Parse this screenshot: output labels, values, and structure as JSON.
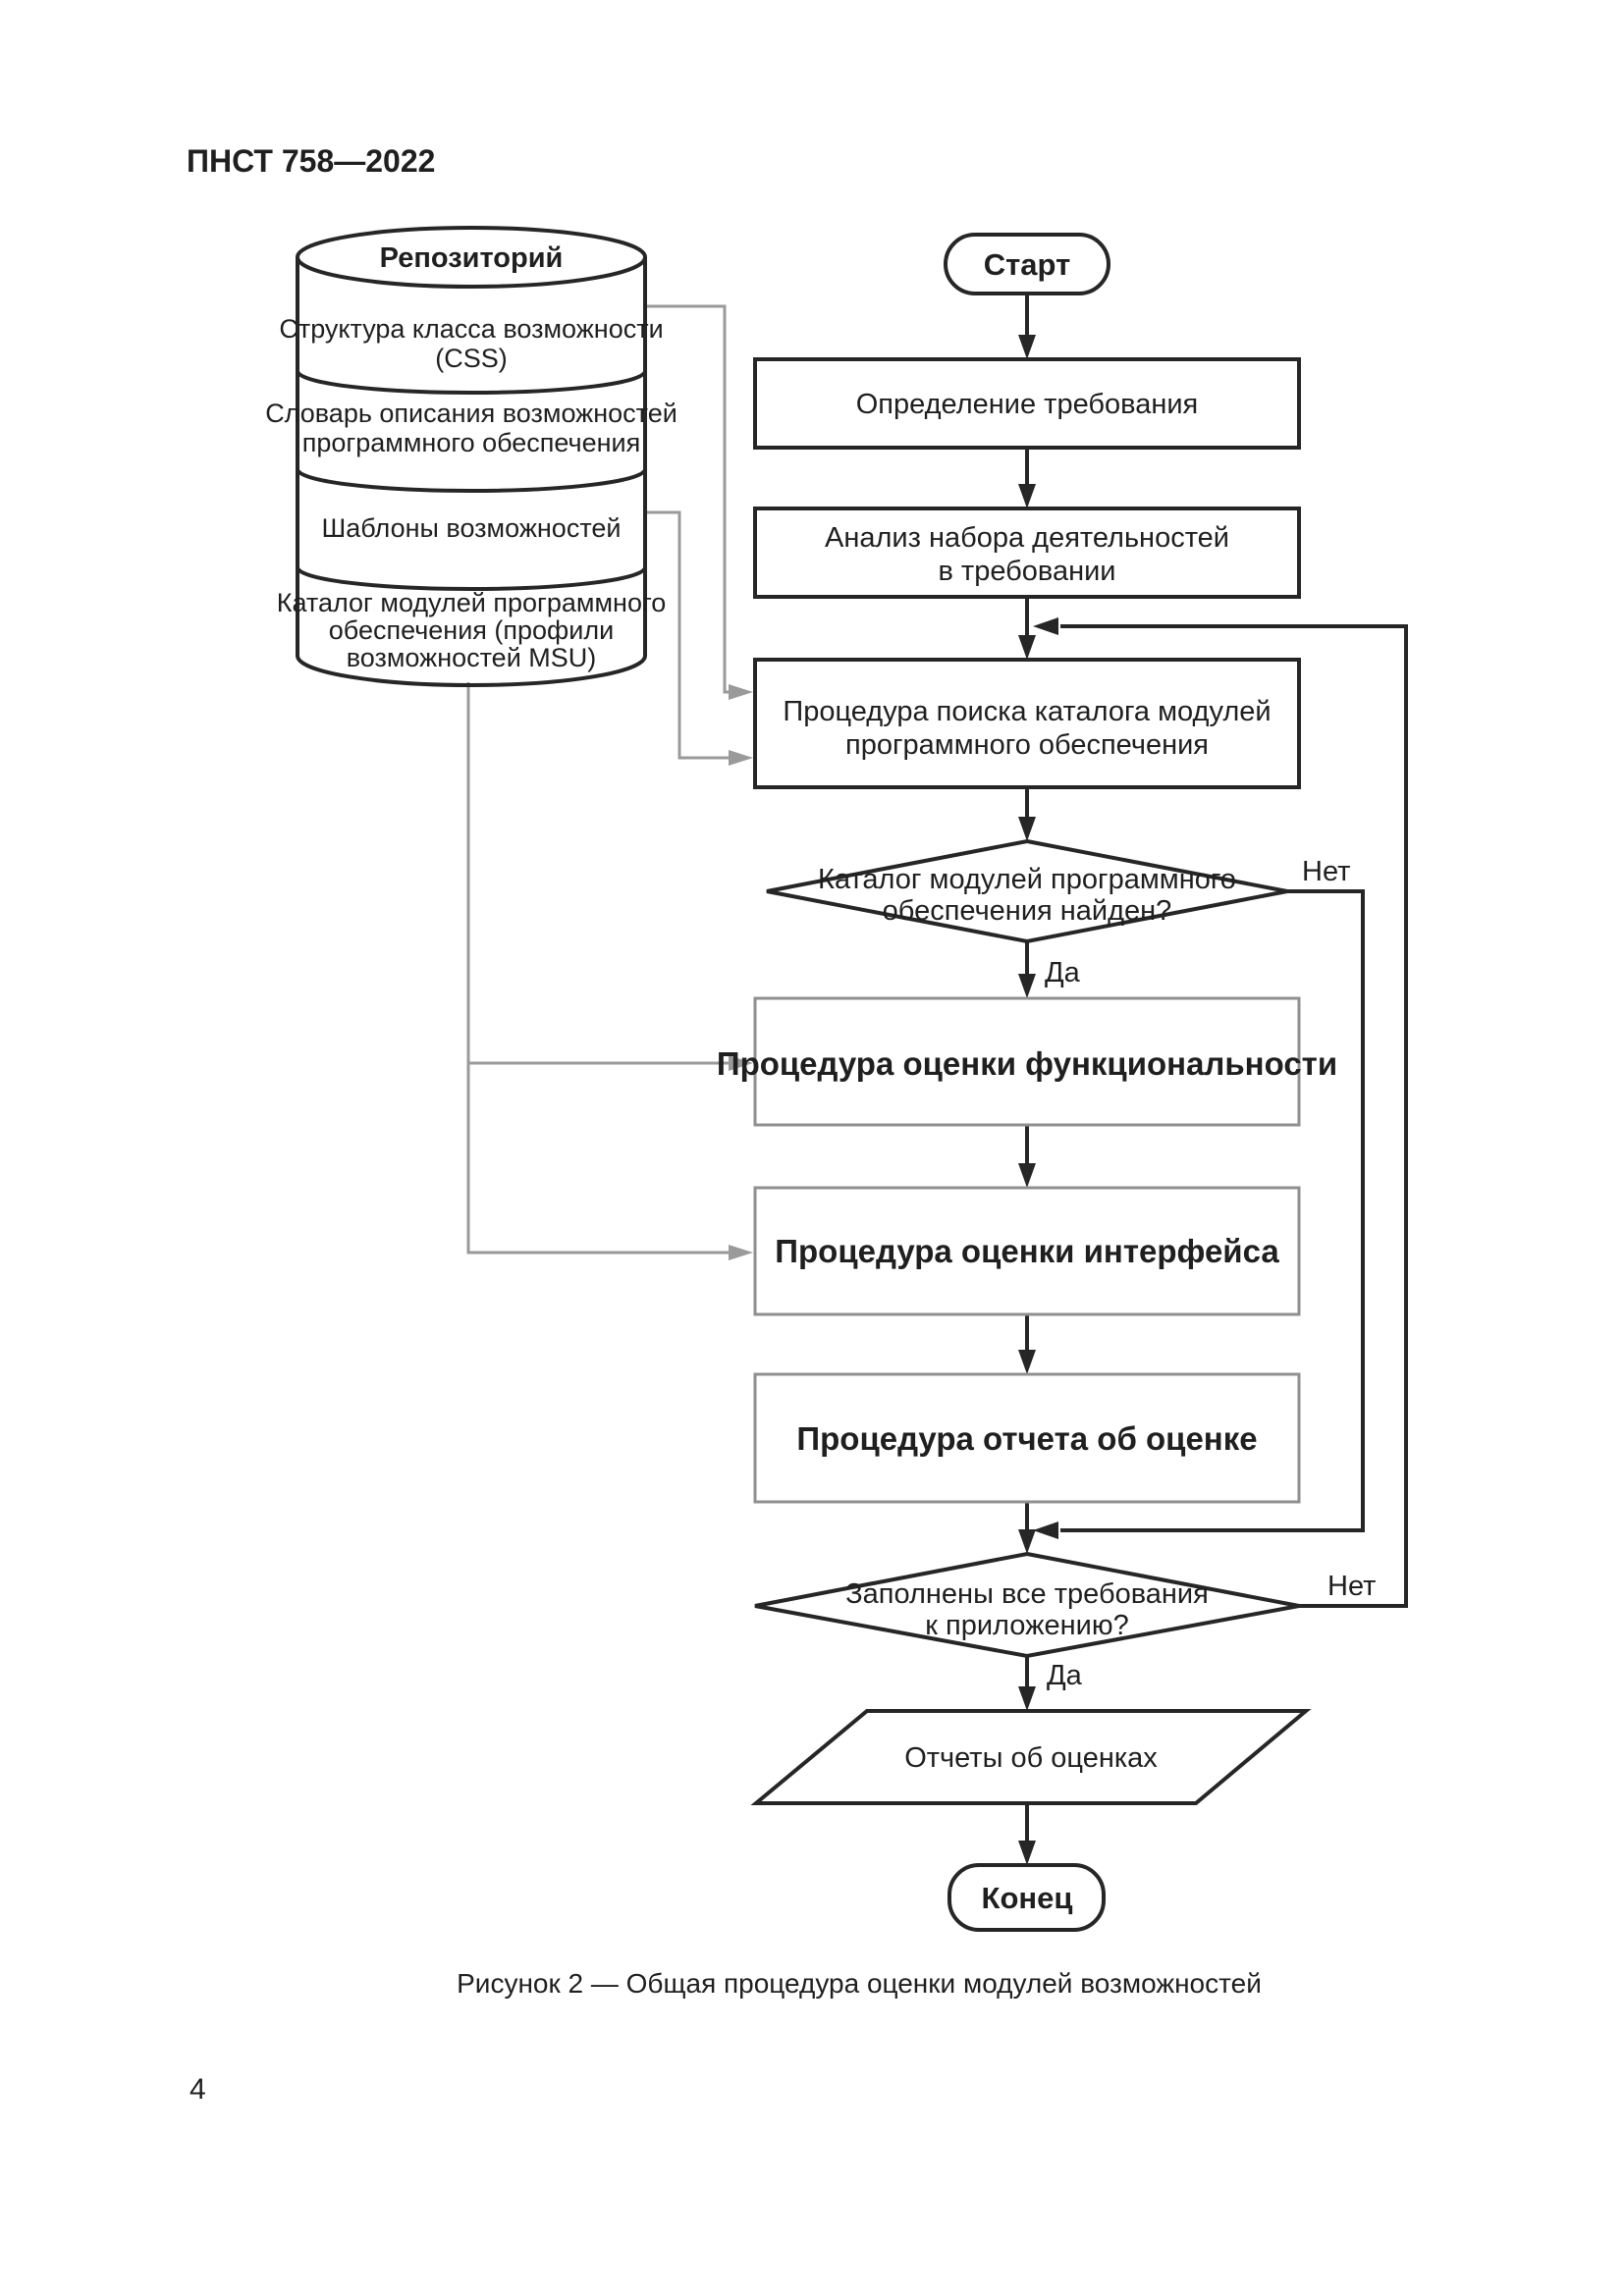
{
  "page": {
    "header": "ПНСТ 758—2022",
    "page_number": "4",
    "caption": "Рисунок 2 — Общая процедура оценки модулей возможностей"
  },
  "colors": {
    "line": "#262626",
    "text": "#1f1f1f",
    "gray_connector": "#9a9a9a",
    "gray_border": "#8f8f8f",
    "background": "#ffffff"
  },
  "repository": {
    "title": "Репозиторий",
    "css_line1": "Структура класса возможности",
    "css_line2": "(CSS)",
    "dict_line1": "Словарь описания возможностей",
    "dict_line2": "программного обеспечения",
    "templates": "Шаблоны возможностей",
    "catalog_line1": "Каталог модулей программного",
    "catalog_line2": "обеспечения (профили",
    "catalog_line3": "возможностей MSU)"
  },
  "flow": {
    "start": "Старт",
    "define": "Определение требования",
    "analyze_line1": "Анализ набора деятельностей",
    "analyze_line2": "в требовании",
    "search_line1": "Процедура поиска каталога модулей",
    "search_line2": "программного обеспечения",
    "decision1_line1": "Каталог модулей программного",
    "decision1_line2": "обеспечения найден?",
    "functionality": "Процедура оценки функциональности",
    "interface": "Процедура оценки интерфейса",
    "report": "Процедура отчета об оценке",
    "decision2_line1": "Заполнены все требования",
    "decision2_line2": "к приложению?",
    "output": "Отчеты об оценках",
    "end": "Конец",
    "yes": "Да",
    "no": "Нет"
  }
}
